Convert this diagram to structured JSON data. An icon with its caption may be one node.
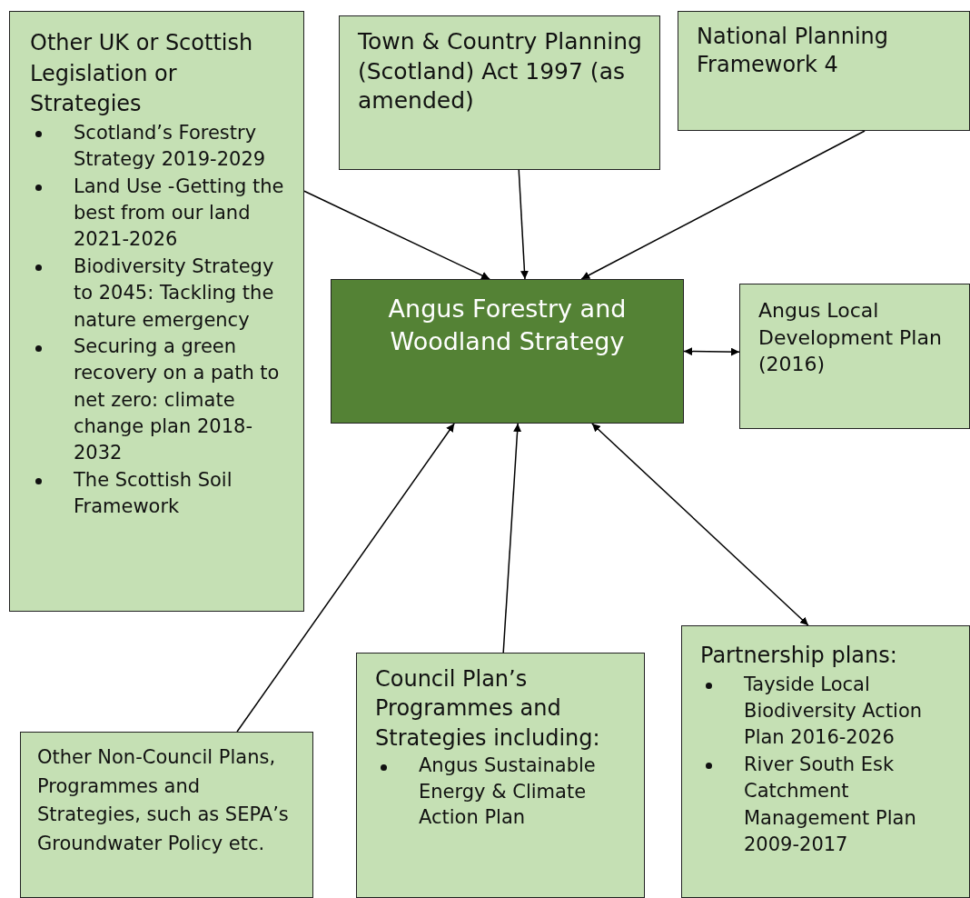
{
  "diagram": {
    "nodes": [
      {
        "text": [
          "Other UK or Scottish Legislation or Strategies",
          "Scotland’s Forestry Strategy 2019-2029",
          "Land Use -Getting the best from our land 2021-2026",
          "Biodiversity Strategy to 2045: Tackling the nature emergency",
          "Securing a green recovery on a path to net zero: climate change plan 2018-2032",
          "The Scottish Soil Framework"
        ]
      },
      {
        "text": [
          "Town & Country Planning (Scotland) Act 1997 (as amended)"
        ]
      },
      {
        "text": [
          "National Planning Framework 4"
        ]
      },
      {
        "text": [
          "Angus Forestry and Woodland Strategy"
        ]
      },
      {
        "text": [
          "Angus Local Development Plan (2016)"
        ]
      },
      {
        "text": [
          "Other Non-Council Plans, Programmes and Strategies, such as SEPA’s Groundwater Policy etc."
        ]
      },
      {
        "text": [
          "Council Plan’s Programmes and Strategies including:",
          "Angus Sustainable Energy & Climate Action Plan"
        ]
      },
      {
        "text": [
          "Partnership plans:",
          "Tayside Local Biodiversity Action Plan 2016-2026",
          "River South Esk Catchment Management Plan 2009-2017"
        ]
      }
    ],
    "edges": [
      {
        "from": 0,
        "to": 3,
        "arrow": "to"
      },
      {
        "from": 1,
        "to": 3,
        "arrow": "to"
      },
      {
        "from": 2,
        "to": 3,
        "arrow": "to"
      },
      {
        "from": 3,
        "to": 4,
        "arrow": "both"
      },
      {
        "from": 5,
        "to": 3,
        "arrow": "to"
      },
      {
        "from": 6,
        "to": 3,
        "arrow": "to"
      },
      {
        "from": 3,
        "to": 7,
        "arrow": "both"
      }
    ]
  }
}
